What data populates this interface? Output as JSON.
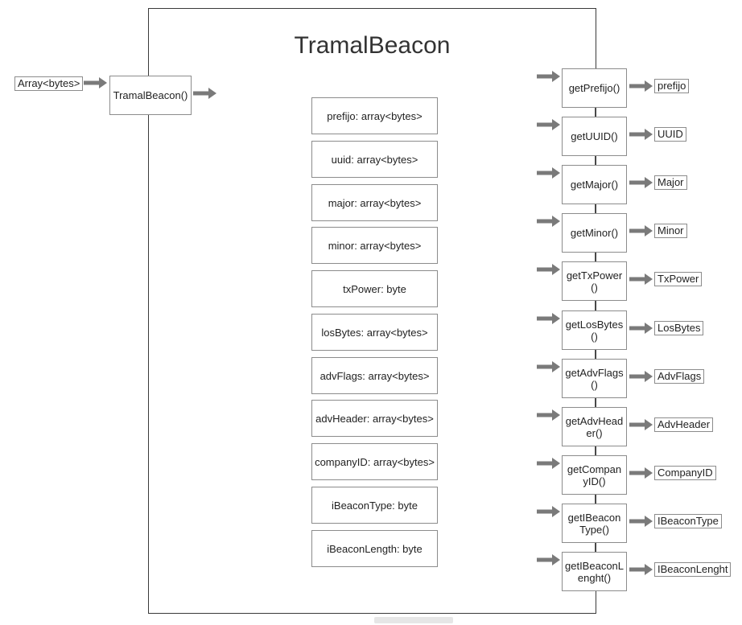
{
  "diagram": {
    "title": "TramalBeacon",
    "input_label": "Array<bytes>",
    "constructor_label": "TramalBeacon()",
    "fields": [
      "prefijo: array<bytes>",
      "uuid: array<bytes>",
      "major: array<bytes>",
      "minor: array<bytes>",
      "txPower: byte",
      "losBytes: array<bytes>",
      "advFlags: array<bytes>",
      "advHeader: array<bytes>",
      "companyID: array<bytes>",
      "iBeaconType: byte",
      "iBeaconLength: byte"
    ],
    "methods": [
      {
        "method": "getPrefijo()",
        "output": "prefijo"
      },
      {
        "method": "getUUID()",
        "output": "UUID"
      },
      {
        "method": "getMajor()",
        "output": "Major"
      },
      {
        "method": "getMinor()",
        "output": "Minor"
      },
      {
        "method": "getTxPower()",
        "output": "TxPower"
      },
      {
        "method": "getLosBytes()",
        "output": "LosBytes"
      },
      {
        "method": "getAdvFlags()",
        "output": "AdvFlags"
      },
      {
        "method": "getAdvHeader()",
        "output": "AdvHeader"
      },
      {
        "method": "getCompanyID()",
        "output": "CompanyID"
      },
      {
        "method": "getIBeaconType()",
        "output": "IBeaconType"
      },
      {
        "method": "getIBeaconLenght()",
        "output": "IBeaconLenght"
      }
    ],
    "arrow_color": "#7a7a7a"
  }
}
